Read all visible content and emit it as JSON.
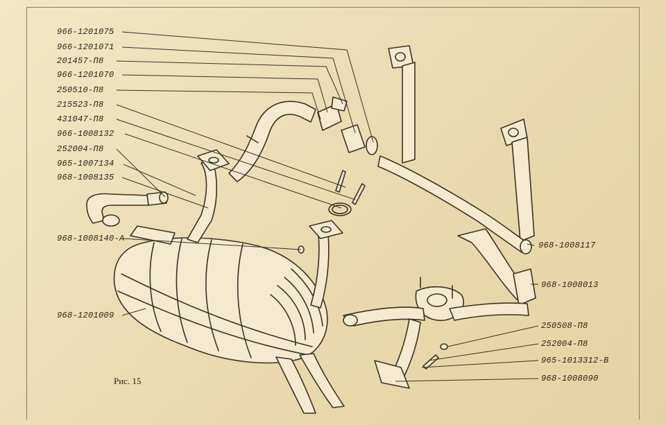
{
  "caption": "Рис. 15",
  "parts": {
    "p_966_1201075": "966-1201075",
    "p_966_1201071": "966-1201071",
    "p_201457_p8": "201457-П8",
    "p_966_1201070": "966-1201070",
    "p_250510_p8": "250510-П8",
    "p_215523_p8": "215523-П8",
    "p_431047_p8": "431047-П8",
    "p_966_1008132": "966-1008132",
    "p_252004_p8_top": "252004-П8",
    "p_965_1007134": "965-1007134",
    "p_968_1008135": "968-1008135",
    "p_968_1008140_a": "968-1008140-А",
    "p_968_1201009": "968-1201009",
    "p_968_1008117": "968-1008117",
    "p_968_1008013": "968-1008013",
    "p_250508_p8": "250508-П8",
    "p_252004_p8_bottom": "252004-П8",
    "p_965_1013312_v": "965-1013312-В",
    "p_968_1008090": "968-1008090"
  },
  "colors": {
    "paper": "#efe3bf",
    "ink": "#2a2418",
    "line": "#3a3226"
  }
}
